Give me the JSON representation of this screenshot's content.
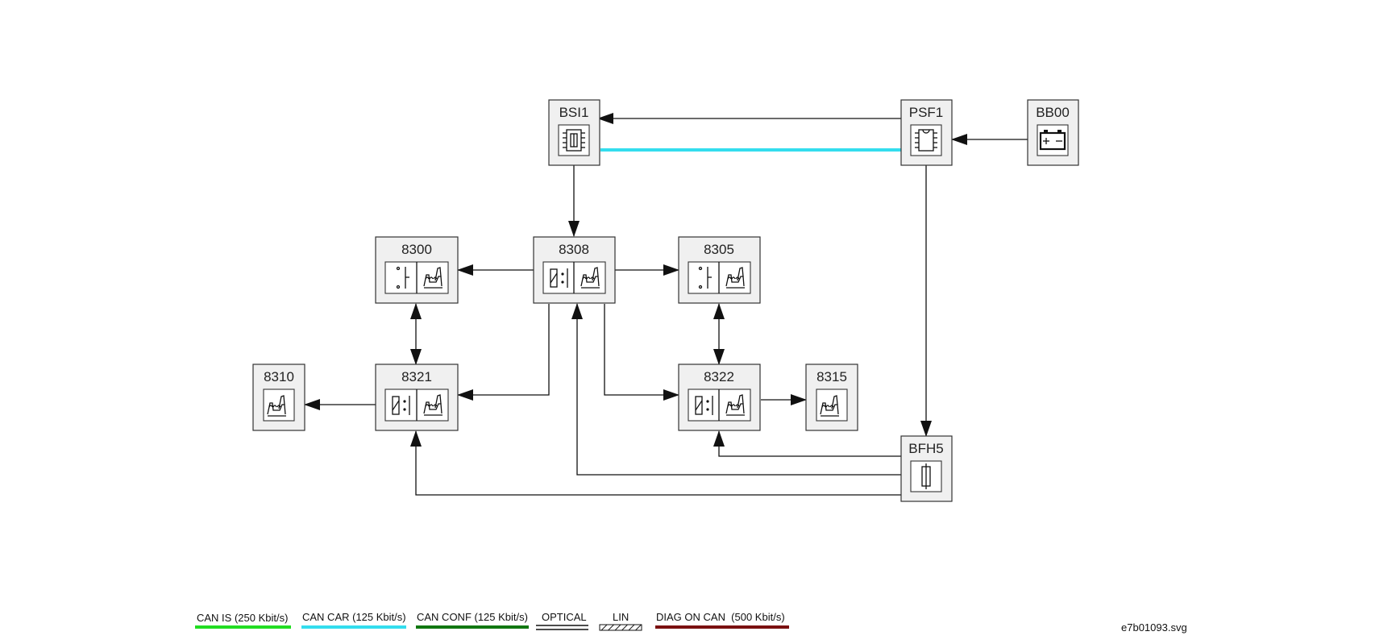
{
  "nodes": {
    "bsi1": "BSI1",
    "psf1": "PSF1",
    "bb00": "BB00",
    "n8300": "8300",
    "n8308": "8308",
    "n8305": "8305",
    "n8310": "8310",
    "n8321": "8321",
    "n8322": "8322",
    "n8315": "8315",
    "bfh5": "BFH5"
  },
  "icons": {
    "bsi1": "fuse-chip-icon",
    "psf1": "chip-icon",
    "bb00": "battery-icon",
    "n8300": "switch-seat-heater-icon",
    "n8308": "relay-seat-heater-icon",
    "n8305": "switch-seat-heater-icon",
    "n8310": "seat-heater-icon",
    "n8321": "relay-seat-heater-icon",
    "n8322": "relay-seat-heater-icon",
    "n8315": "seat-heater-icon",
    "bfh5": "fuse-icon"
  },
  "legend": [
    {
      "label": "CAN IS (250 Kbit/s)",
      "color": "#22dd22",
      "style": "solid"
    },
    {
      "label": "CAN CAR (125 Kbit/s)",
      "color": "#33ddee",
      "style": "solid"
    },
    {
      "label": "CAN CONF (125 Kbit/s)",
      "color": "#117711",
      "style": "solid"
    },
    {
      "label": "OPTICAL",
      "color": "#111111",
      "style": "double"
    },
    {
      "label": "LIN",
      "color": "#111111",
      "style": "hatched"
    },
    {
      "label": "DIAG ON CAN  (500 Kbit/s)",
      "color": "#7a1010",
      "style": "solid"
    }
  ],
  "colors": {
    "can_car": "#33ddee",
    "wire": "#111111"
  },
  "file_name": "e7b01093.svg"
}
